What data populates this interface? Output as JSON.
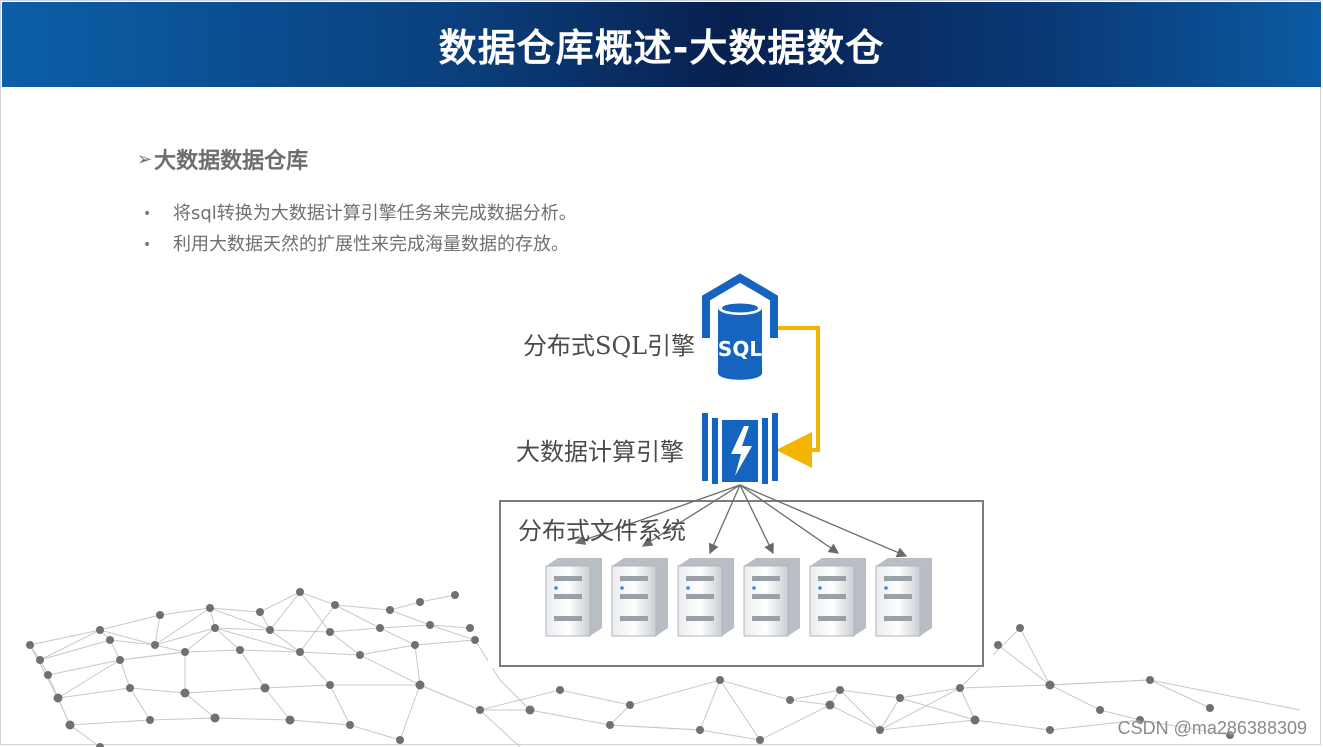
{
  "header": {
    "title": "数据仓库概述-大数据数仓"
  },
  "section": {
    "marker": "➢",
    "title": "大数据数据仓库"
  },
  "bullets": [
    {
      "marker": "•",
      "text": "将sql转换为大数据计算引擎任务来完成数据分析。"
    },
    {
      "marker": "•",
      "text": "利用大数据天然的扩展性来完成海量数据的存放。"
    }
  ],
  "diagram": {
    "sql_engine_label": "分布式SQL引擎",
    "sql_icon_text": "SQL",
    "compute_engine_label": "大数据计算引擎",
    "filesystem_label": "分布式文件系统",
    "server_count": 6,
    "colors": {
      "icon_blue": "#1565c0",
      "arrow_yellow": "#f2b400",
      "frame": "#7d7d7d"
    }
  },
  "watermark": "CSDN @ma286388309"
}
